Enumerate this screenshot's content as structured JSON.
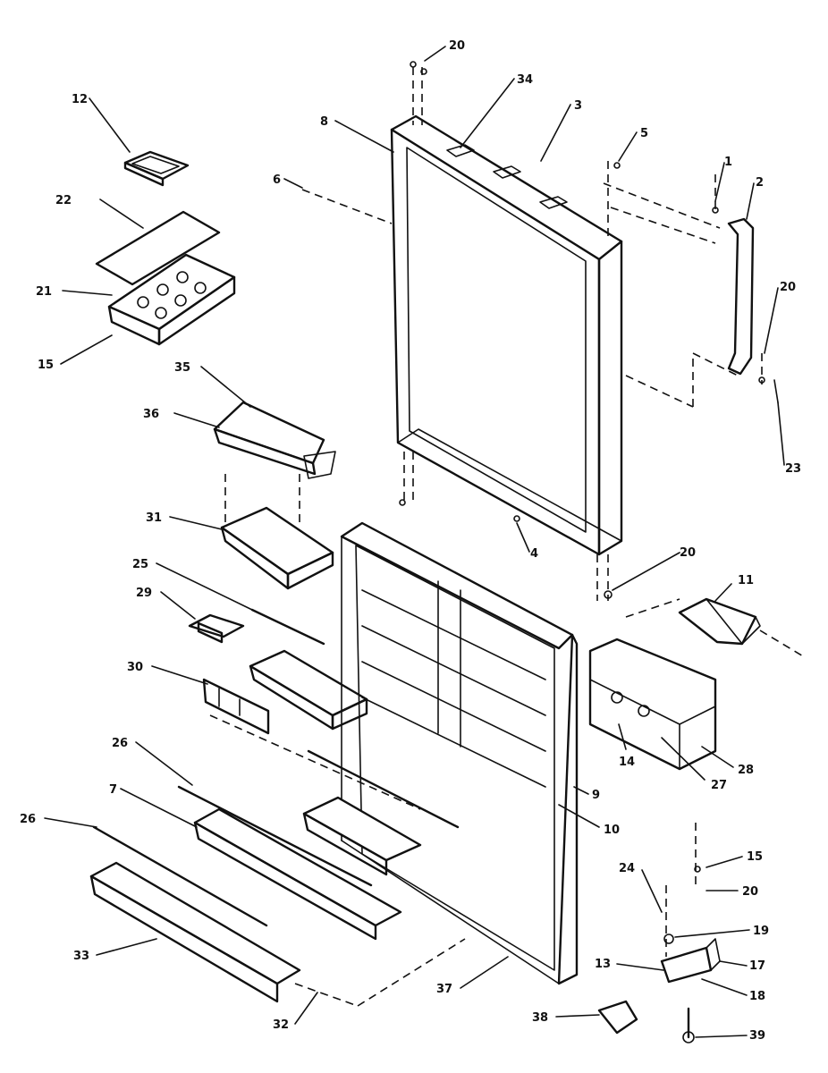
{
  "callouts": [
    {
      "id": "c-12",
      "text": "12"
    },
    {
      "id": "c-22",
      "text": "22"
    },
    {
      "id": "c-21",
      "text": "21"
    },
    {
      "id": "c-15a",
      "text": "15"
    },
    {
      "id": "c-35",
      "text": "35"
    },
    {
      "id": "c-36",
      "text": "36"
    },
    {
      "id": "c-31",
      "text": "31"
    },
    {
      "id": "c-25",
      "text": "25"
    },
    {
      "id": "c-29",
      "text": "29"
    },
    {
      "id": "c-30",
      "text": "30"
    },
    {
      "id": "c-26a",
      "text": "26"
    },
    {
      "id": "c-7",
      "text": "7"
    },
    {
      "id": "c-26b",
      "text": "26"
    },
    {
      "id": "c-33",
      "text": "33"
    },
    {
      "id": "c-32",
      "text": "32"
    },
    {
      "id": "c-37",
      "text": "37"
    },
    {
      "id": "c-38",
      "text": "38"
    },
    {
      "id": "c-20a",
      "text": "20"
    },
    {
      "id": "c-34",
      "text": "34"
    },
    {
      "id": "c-3",
      "text": "3"
    },
    {
      "id": "c-8",
      "text": "8"
    },
    {
      "id": "c-5",
      "text": "5"
    },
    {
      "id": "c-6",
      "text": "6"
    },
    {
      "id": "c-1",
      "text": "1"
    },
    {
      "id": "c-2",
      "text": "2"
    },
    {
      "id": "c-20b",
      "text": "20"
    },
    {
      "id": "c-23",
      "text": "23"
    },
    {
      "id": "c-4",
      "text": "4"
    },
    {
      "id": "c-20c",
      "text": "20"
    },
    {
      "id": "c-11",
      "text": "11"
    },
    {
      "id": "c-14",
      "text": "14"
    },
    {
      "id": "c-27",
      "text": "27"
    },
    {
      "id": "c-28",
      "text": "28"
    },
    {
      "id": "c-9",
      "text": "9"
    },
    {
      "id": "c-10",
      "text": "10"
    },
    {
      "id": "c-15b",
      "text": "15"
    },
    {
      "id": "c-20d",
      "text": "20"
    },
    {
      "id": "c-24",
      "text": "24"
    },
    {
      "id": "c-19",
      "text": "19"
    },
    {
      "id": "c-13",
      "text": "13"
    },
    {
      "id": "c-17",
      "text": "17"
    },
    {
      "id": "c-18",
      "text": "18"
    },
    {
      "id": "c-39",
      "text": "39"
    }
  ]
}
